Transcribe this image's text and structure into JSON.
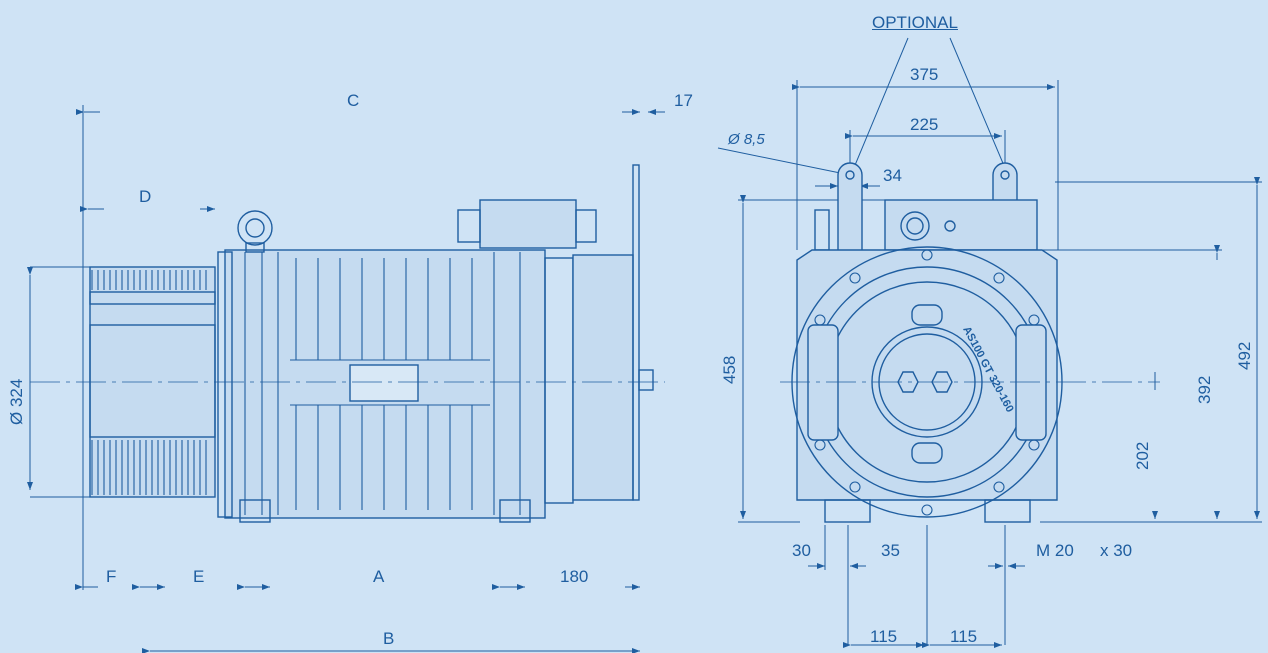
{
  "colors": {
    "background": "#cfe3f5",
    "line": "#1f5ea0",
    "body_fill": "#c5dbf0"
  },
  "header": {
    "optional_label": "OPTIONAL"
  },
  "side_view": {
    "labels": {
      "c": "C",
      "c_right": "17",
      "d": "D",
      "diameter": "Ø 324",
      "f": "F",
      "e": "E",
      "a": "A",
      "a_right": "180",
      "b": "B"
    }
  },
  "front_view": {
    "labels": {
      "w375": "375",
      "w225": "225",
      "hole": "Ø 8,5",
      "w34": "34",
      "h458": "458",
      "h492": "492",
      "h392": "392",
      "h202": "202",
      "w30": "30",
      "w35": "35",
      "bolt": "M 20",
      "bolt_len": "x 30",
      "w115a": "115",
      "w115b": "115",
      "plate_text": "AS100 GT 320-160"
    }
  }
}
